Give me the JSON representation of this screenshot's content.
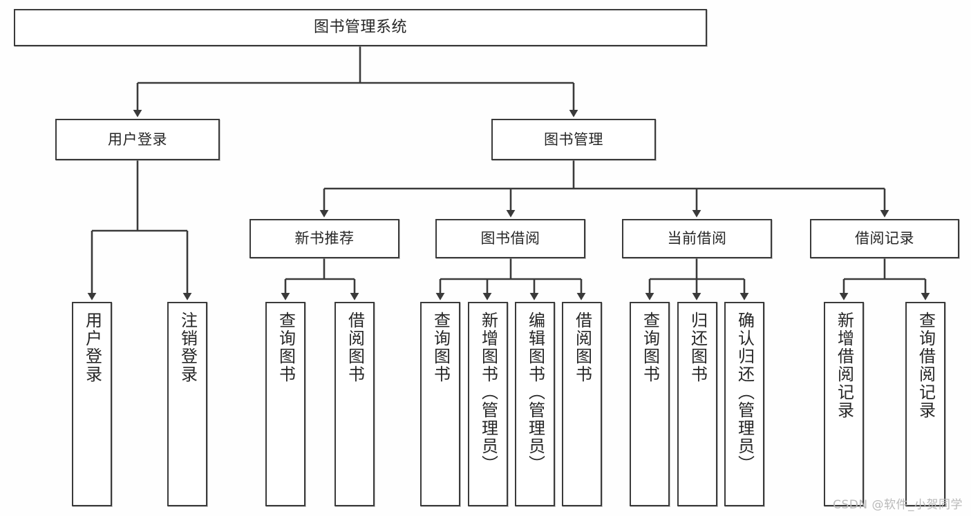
{
  "diagram": {
    "title": "图书管理系统",
    "type": "hierarchy-tree",
    "root": {
      "label": "图书管理系统"
    },
    "level2": [
      {
        "label": "用户登录"
      },
      {
        "label": "图书管理"
      }
    ],
    "level3": [
      {
        "label": "新书推荐"
      },
      {
        "label": "图书借阅"
      },
      {
        "label": "当前借阅"
      },
      {
        "label": "借阅记录"
      }
    ],
    "leaves": [
      {
        "label": "用户登录",
        "parent": "用户登录"
      },
      {
        "label": "注销登录",
        "parent": "用户登录"
      },
      {
        "label": "查询图书",
        "parent": "新书推荐"
      },
      {
        "label": "借阅图书",
        "parent": "新书推荐"
      },
      {
        "label": "查询图书",
        "parent": "图书借阅"
      },
      {
        "label": "新增图书（管理员）",
        "parent": "图书借阅"
      },
      {
        "label": "编辑图书（管理员）",
        "parent": "图书借阅"
      },
      {
        "label": "借阅图书",
        "parent": "图书借阅"
      },
      {
        "label": "查询图书",
        "parent": "当前借阅"
      },
      {
        "label": "归还图书",
        "parent": "当前借阅"
      },
      {
        "label": "确认归还（管理员）",
        "parent": "当前借阅"
      },
      {
        "label": "新增借阅记录",
        "parent": "借阅记录"
      },
      {
        "label": "查询借阅记录",
        "parent": "借阅记录"
      }
    ]
  },
  "watermark": {
    "text": "CSDN @软件_小贺同学"
  },
  "colors": {
    "border": "#3a3a3a",
    "fill": "#ffffff",
    "text": "#262626",
    "line": "#3a3a3a",
    "watermark": "#b9b9b9",
    "background": "#fefefe"
  }
}
